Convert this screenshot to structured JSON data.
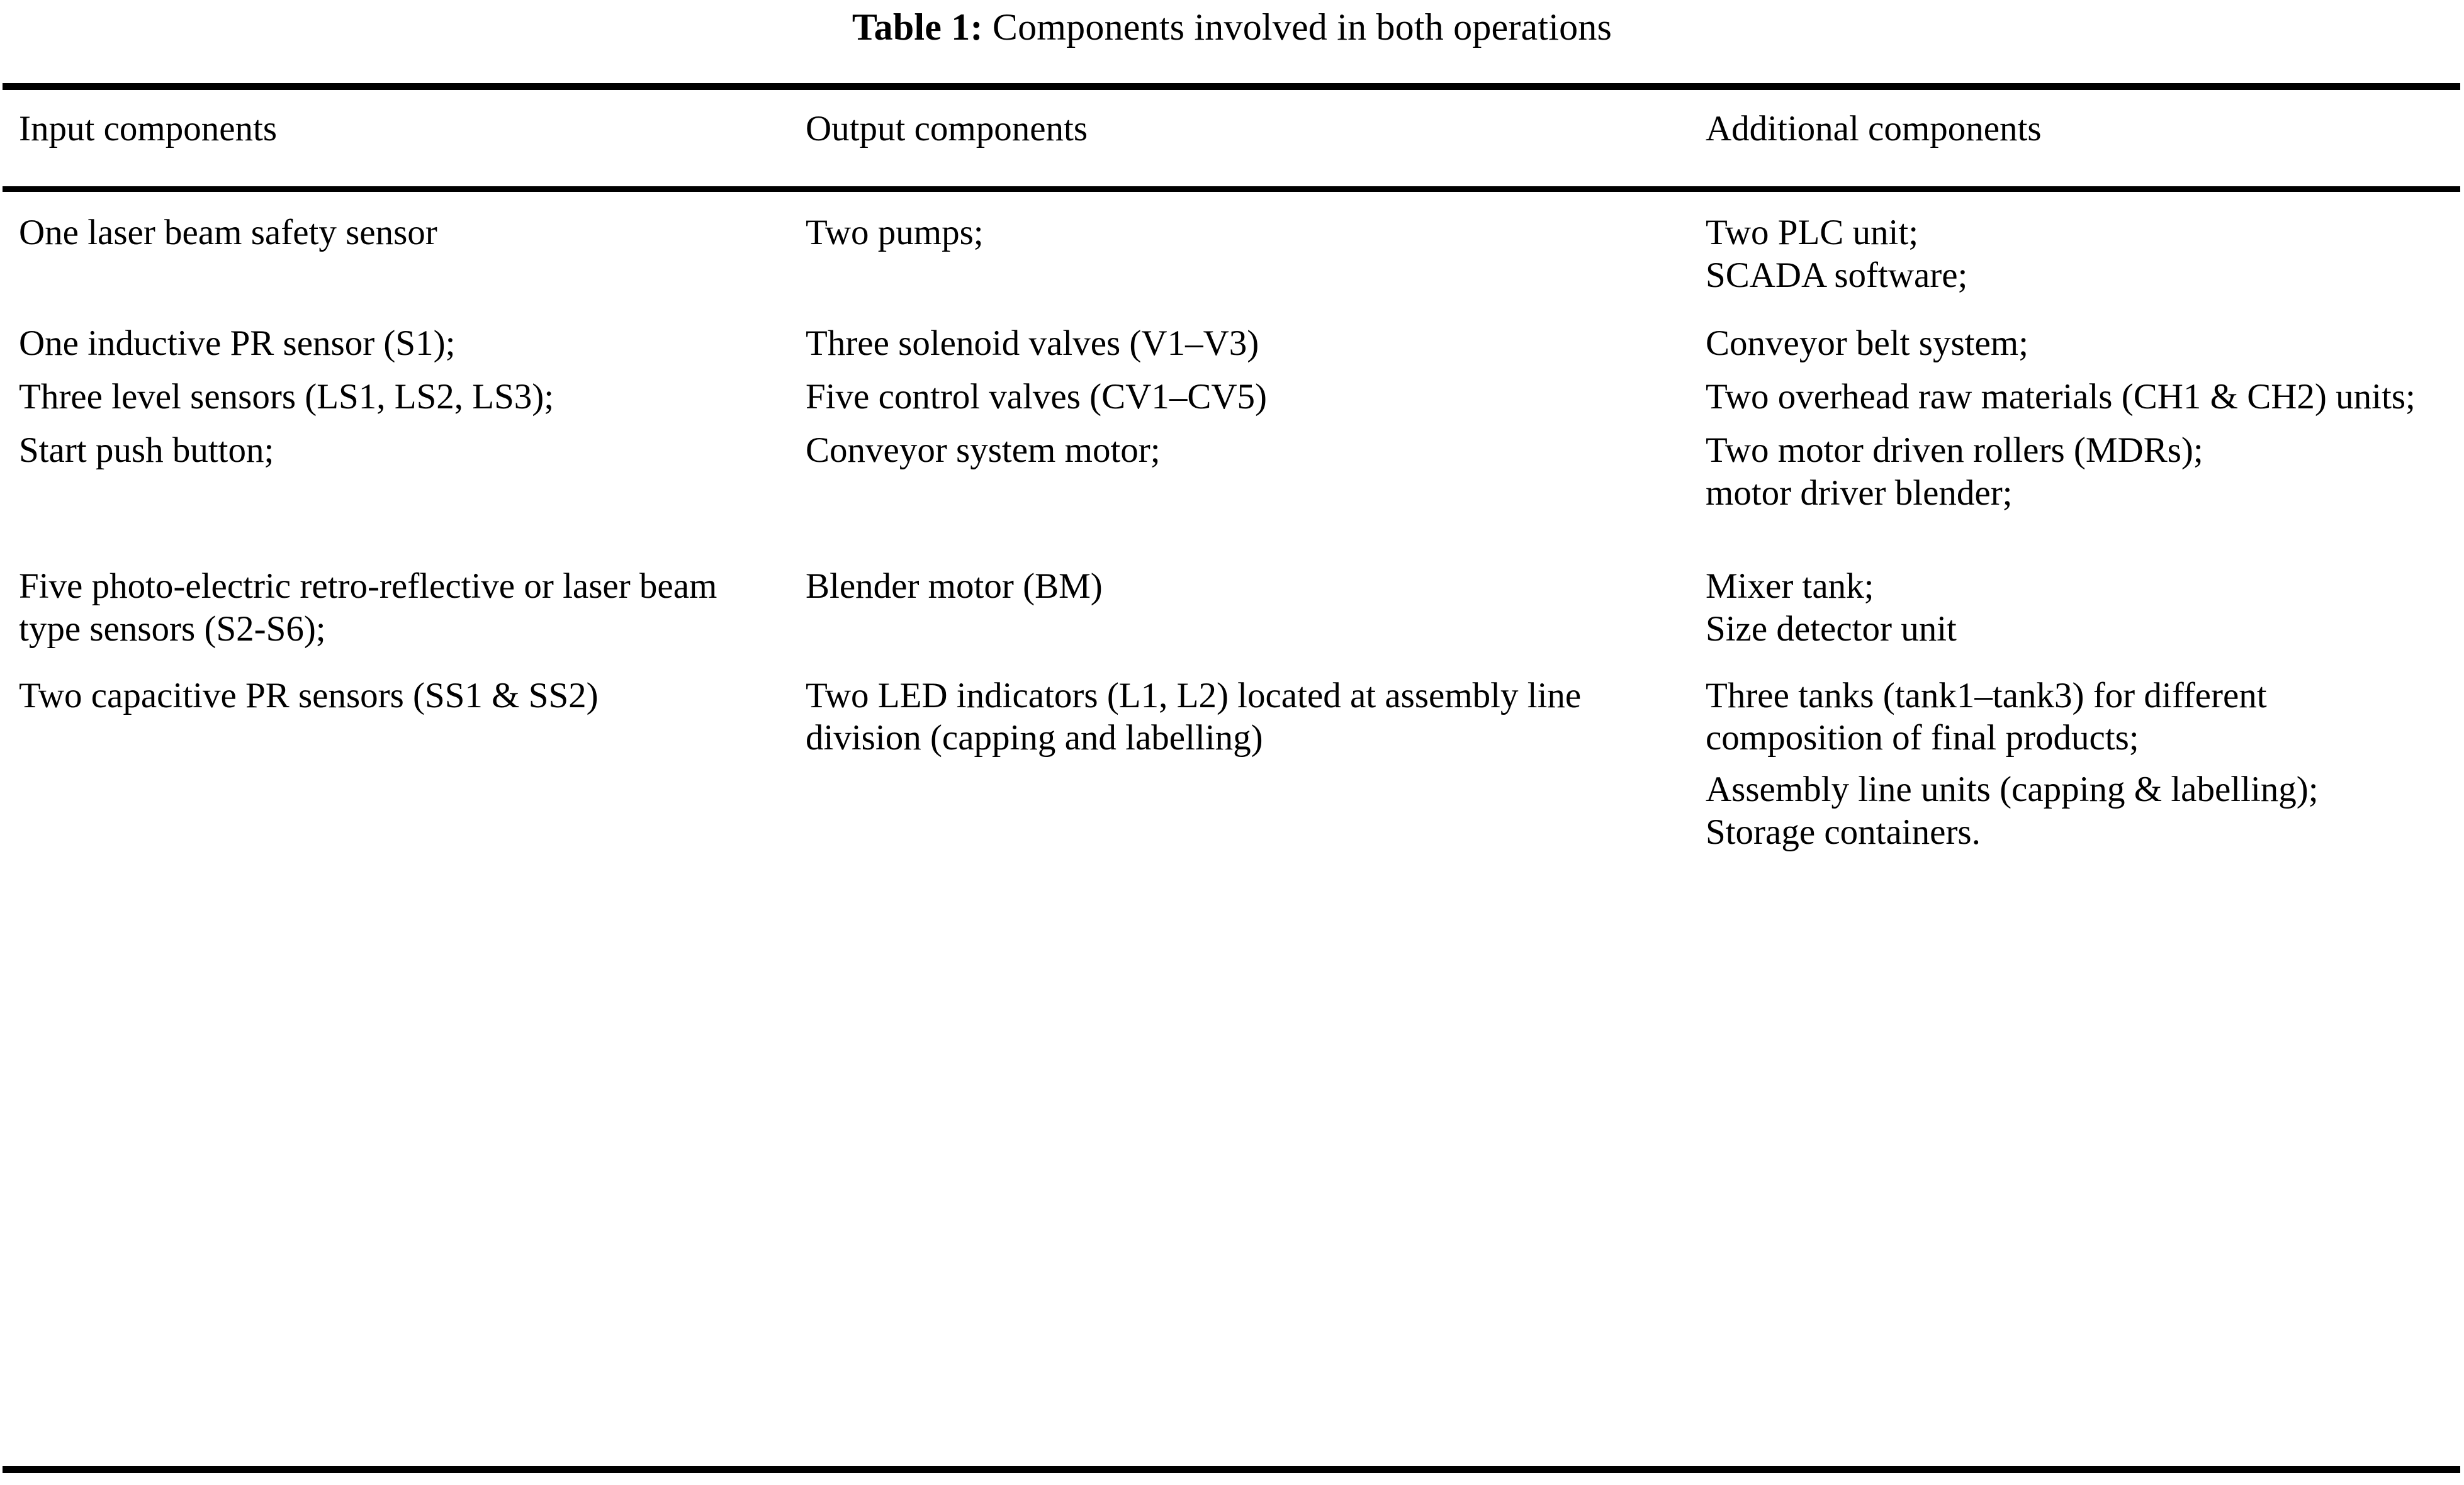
{
  "caption": {
    "label": "Table 1:",
    "text": "Components involved in both operations"
  },
  "table": {
    "headers": [
      "Input components",
      "Output components",
      "Additional components"
    ],
    "rows": [
      {
        "input": [
          "One laser beam safety sensor"
        ],
        "output": [
          "Two pumps;"
        ],
        "additional": [
          "Two PLC unit;",
          "SCADA software;"
        ]
      },
      {
        "input": [
          "One inductive PR sensor (S1);"
        ],
        "output": [
          "Three solenoid valves (V1–V3)"
        ],
        "additional": [
          "Conveyor belt system;"
        ]
      },
      {
        "input": [
          "Three level sensors (LS1, LS2, LS3);"
        ],
        "output": [
          "Five control valves (CV1–CV5)"
        ],
        "additional": [
          "Two overhead raw materials (CH1 & CH2) units;"
        ]
      },
      {
        "input": [
          "Start push button;"
        ],
        "output": [
          "Conveyor system motor;"
        ],
        "additional": [
          "Two motor driven rollers (MDRs);",
          "motor driver blender;"
        ]
      },
      {
        "input": [
          "Five photo-electric retro-reflective or laser beam type sensors (S2-S6);"
        ],
        "output": [
          "Blender motor (BM)"
        ],
        "additional": [
          "Mixer tank;",
          "Size detector unit"
        ]
      },
      {
        "input": [
          "Two capacitive PR sensors (SS1 & SS2)"
        ],
        "output": [
          "Two LED indicators (L1, L2) located at assembly line division (capping and labelling)"
        ],
        "additional": [
          "Three tanks (tank1–tank3) for different composition of final products;"
        ]
      },
      {
        "input": [
          ""
        ],
        "output": [
          ""
        ],
        "additional": [
          "Assembly line units (capping & labelling);",
          "Storage containers."
        ]
      }
    ]
  },
  "colors": {
    "text": "#000000",
    "rule": "#000000",
    "background": "#ffffff"
  }
}
